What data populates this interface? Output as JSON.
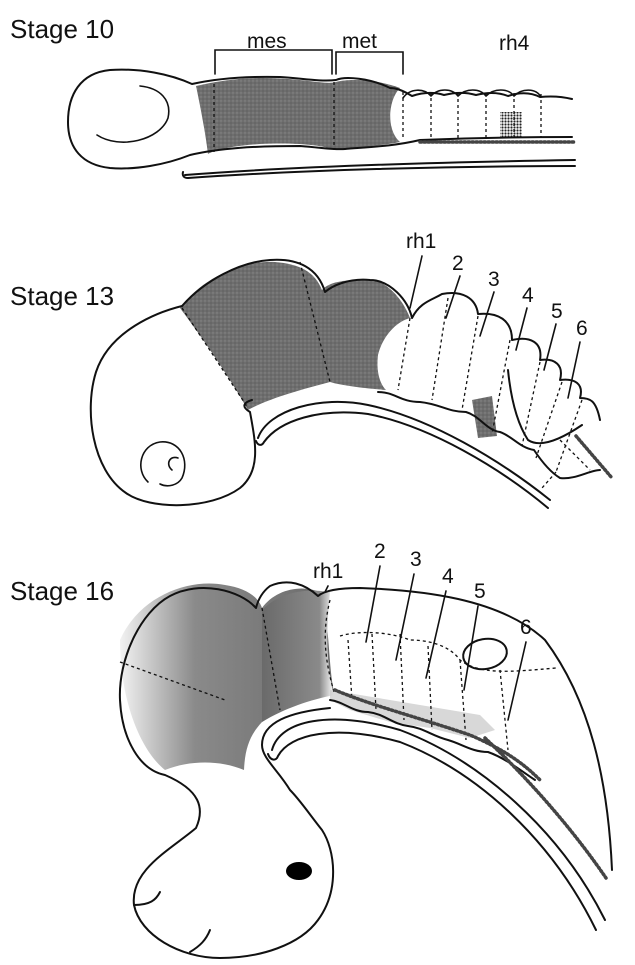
{
  "colors": {
    "shaded_region": "#6f6f6f",
    "outline": "#111111",
    "background": "#ffffff"
  },
  "panels": [
    {
      "id": "stage-10",
      "title": "Stage 10",
      "labels": {
        "mes": "mes",
        "met": "met",
        "rh4": "rh4"
      }
    },
    {
      "id": "stage-13",
      "title": "Stage 13",
      "labels": {
        "rh1": "rh1",
        "r2": "2",
        "r3": "3",
        "r4": "4",
        "r5": "5",
        "r6": "6"
      }
    },
    {
      "id": "stage-16",
      "title": "Stage 16",
      "labels": {
        "rh1": "rh1",
        "r2": "2",
        "r3": "3",
        "r4": "4",
        "r5": "5",
        "r6": "6"
      }
    }
  ]
}
